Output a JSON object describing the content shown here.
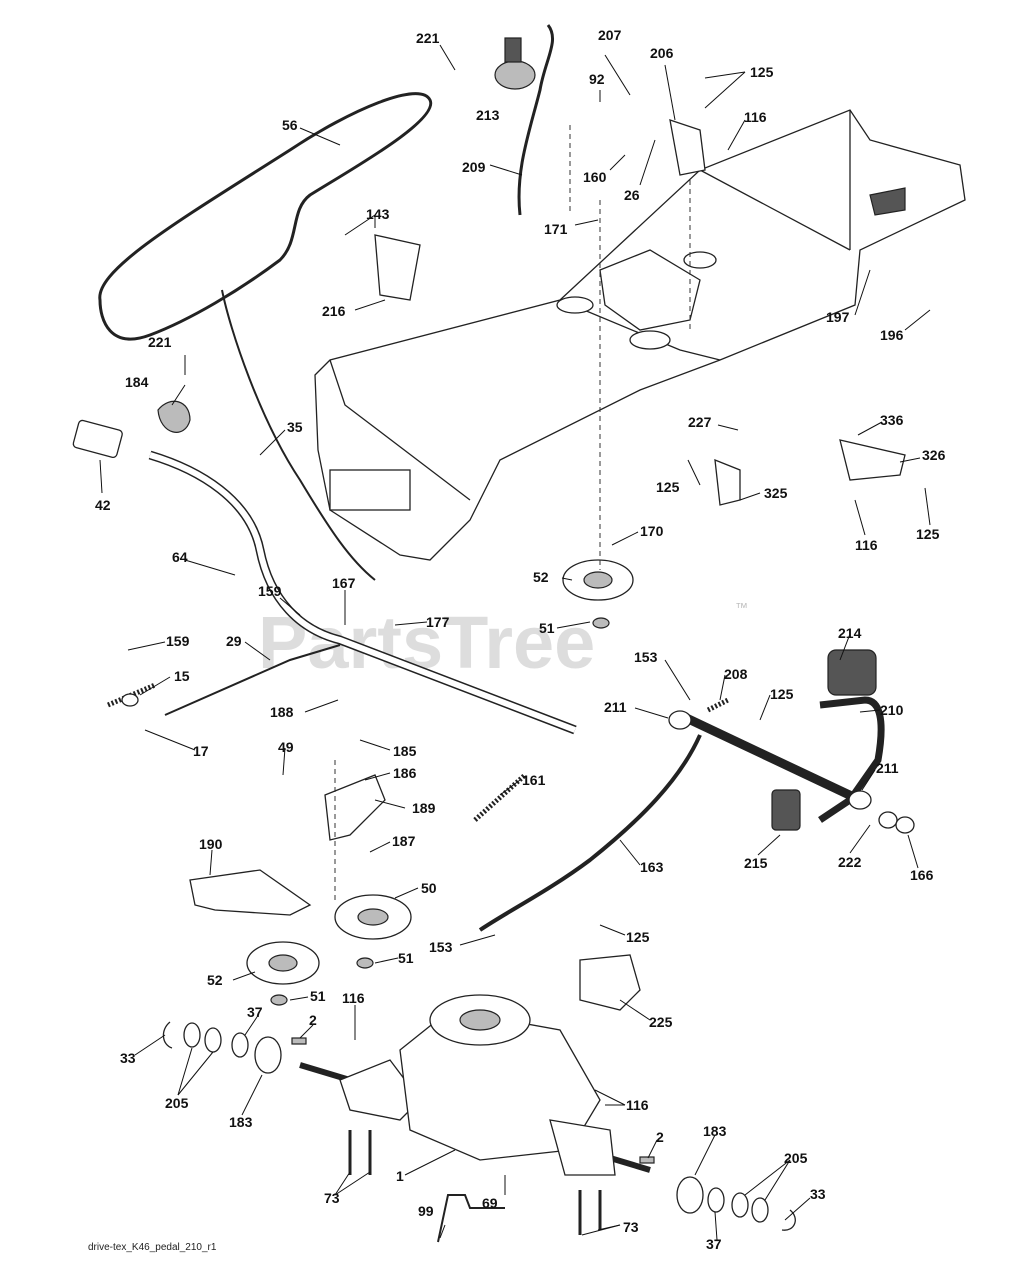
{
  "diagram": {
    "footer_code": "drive-tex_K46_pedal_210_r1",
    "watermark": {
      "text": "PartsTree",
      "trademark": "™"
    },
    "part_numbers": {
      "p221a": "221",
      "p213": "213",
      "p207": "207",
      "p206": "206",
      "p92": "92",
      "p125a": "125",
      "p116a": "116",
      "p56": "56",
      "p209": "209",
      "p160": "160",
      "p26": "26",
      "p143": "143",
      "p171": "171",
      "p216": "216",
      "p197": "197",
      "p196": "196",
      "p221b": "221",
      "p184": "184",
      "p35": "35",
      "p42": "42",
      "p227": "227",
      "p336": "336",
      "p326": "326",
      "p125b": "125",
      "p325": "325",
      "p125c": "125",
      "p116b": "116",
      "p170": "170",
      "p64": "64",
      "p52a": "52",
      "p159a": "159",
      "p167": "167",
      "p51a": "51",
      "p177": "177",
      "p214": "214",
      "p159b": "159",
      "p29": "29",
      "p15": "15",
      "p153a": "153",
      "p208": "208",
      "p211a": "211",
      "p125d": "125",
      "p210": "210",
      "p188": "188",
      "p17": "17",
      "p49": "49",
      "p185": "185",
      "p186": "186",
      "p161": "161",
      "p211b": "211",
      "p189": "189",
      "p187": "187",
      "p190": "190",
      "p163": "163",
      "p215": "215",
      "p222": "222",
      "p166": "166",
      "p50": "50",
      "p153b": "153",
      "p125e": "125",
      "p52b": "52",
      "p51b": "51",
      "p51c": "51",
      "p225": "225",
      "p116c": "116",
      "p37a": "37",
      "p2a": "2",
      "p33a": "33",
      "p205a": "205",
      "p183a": "183",
      "p116d": "116",
      "p2b": "2",
      "p183b": "183",
      "p205b": "205",
      "p1": "1",
      "p73a": "73",
      "p33b": "33",
      "p99": "99",
      "p69": "69",
      "p73b": "73",
      "p37b": "37"
    }
  }
}
